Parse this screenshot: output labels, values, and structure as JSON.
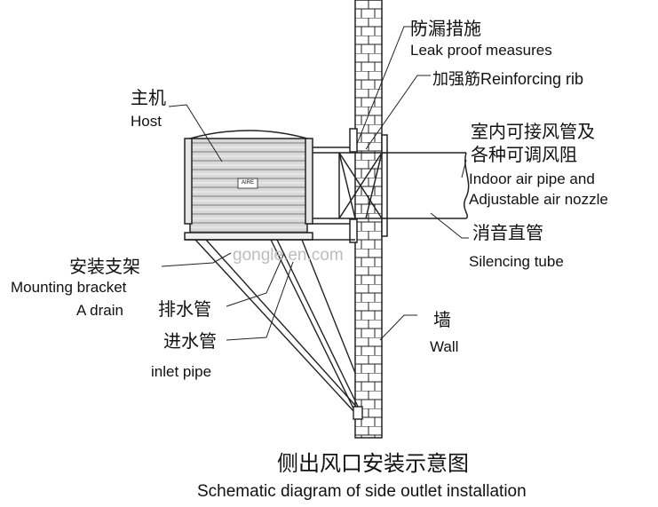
{
  "labels": {
    "leak_zh": "防漏措施",
    "leak_en": "Leak proof measures",
    "rib": "加强筋Reinforcing rib",
    "indoor_zh1": "室内可接风管及",
    "indoor_zh2": "各种可调风阻",
    "indoor_en1": "Indoor air pipe and",
    "indoor_en2": "Adjustable air nozzle",
    "silencing_zh": "消音直管",
    "silencing_en": "Silencing tube",
    "host_zh": "主机",
    "host_en": "Host",
    "bracket_zh": "安装支架",
    "bracket_en": "Mounting bracket",
    "drain_en": "A drain",
    "drain_zh": "排水管",
    "inlet_zh": "进水管",
    "inlet_en": "inlet pipe",
    "wall_zh": "墙",
    "wall_en": "Wall",
    "unit_badge": "AIRE",
    "watermark": "gongle.en.com"
  },
  "caption": {
    "zh": "侧出风口安装示意图",
    "en": "Schematic diagram of side outlet installation"
  }
}
